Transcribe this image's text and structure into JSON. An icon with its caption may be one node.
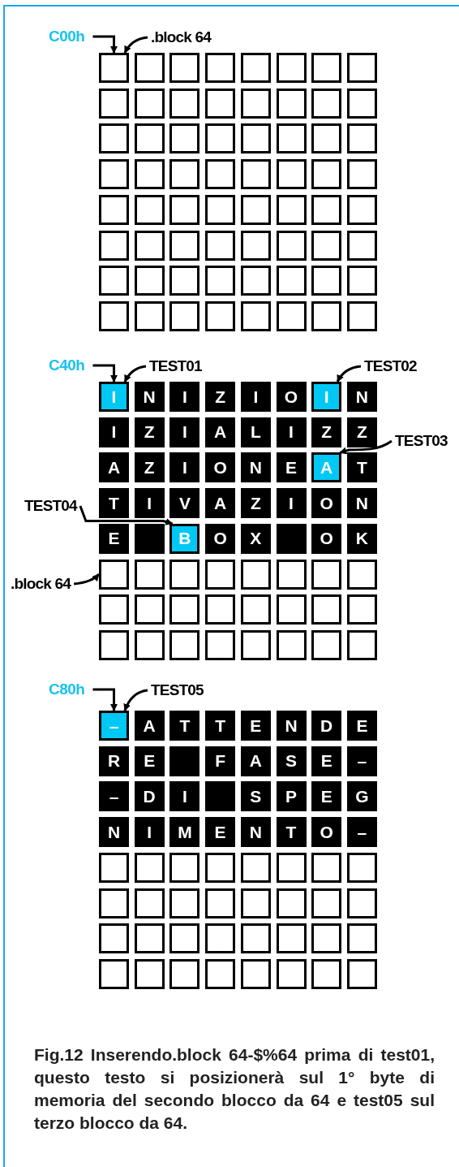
{
  "diagram": {
    "caption": "Fig.12 Inserendo.block 64-$%64 prima di test01, questo testo si posizionerà sul 1° byte di memoria del secondo blocco da 64 e test05 sul terzo blocco da 64.",
    "nodes": [
      {
        "text": [
          "C00h"
        ]
      },
      {
        "text": [
          ".block 64"
        ]
      },
      {
        "text": [],
        "shape": "box"
      },
      {
        "text": [],
        "shape": "box"
      },
      {
        "text": [],
        "shape": "box"
      },
      {
        "text": [],
        "shape": "box"
      },
      {
        "text": [],
        "shape": "box"
      },
      {
        "text": [],
        "shape": "box"
      },
      {
        "text": [],
        "shape": "box"
      },
      {
        "text": [],
        "shape": "box"
      },
      {
        "text": [],
        "shape": "box"
      },
      {
        "text": [],
        "shape": "box"
      },
      {
        "text": [],
        "shape": "box"
      },
      {
        "text": [],
        "shape": "box"
      },
      {
        "text": [],
        "shape": "box"
      },
      {
        "text": [],
        "shape": "box"
      },
      {
        "text": [],
        "shape": "box"
      },
      {
        "text": [],
        "shape": "box"
      },
      {
        "text": [],
        "shape": "box"
      },
      {
        "text": [],
        "shape": "box"
      },
      {
        "text": [],
        "shape": "box"
      },
      {
        "text": [],
        "shape": "box"
      },
      {
        "text": [],
        "shape": "box"
      },
      {
        "text": [],
        "shape": "box"
      },
      {
        "text": [],
        "shape": "box"
      },
      {
        "text": [],
        "shape": "box"
      },
      {
        "text": [],
        "shape": "box"
      },
      {
        "text": [],
        "shape": "box"
      },
      {
        "text": [],
        "shape": "box"
      },
      {
        "text": [],
        "shape": "box"
      },
      {
        "text": [],
        "shape": "box"
      },
      {
        "text": [],
        "shape": "box"
      },
      {
        "text": [],
        "shape": "box"
      },
      {
        "text": [],
        "shape": "box"
      },
      {
        "text": [],
        "shape": "box"
      },
      {
        "text": [],
        "shape": "box"
      },
      {
        "text": [],
        "shape": "box"
      },
      {
        "text": [],
        "shape": "box"
      },
      {
        "text": [],
        "shape": "box"
      },
      {
        "text": [],
        "shape": "box"
      },
      {
        "text": [],
        "shape": "box"
      },
      {
        "text": [],
        "shape": "box"
      },
      {
        "text": [],
        "shape": "box"
      },
      {
        "text": [],
        "shape": "box"
      },
      {
        "text": [],
        "shape": "box"
      },
      {
        "text": [],
        "shape": "box"
      },
      {
        "text": [],
        "shape": "box"
      },
      {
        "text": [],
        "shape": "box"
      },
      {
        "text": [],
        "shape": "box"
      },
      {
        "text": [],
        "shape": "box"
      },
      {
        "text": [],
        "shape": "box"
      },
      {
        "text": [],
        "shape": "box"
      },
      {
        "text": [],
        "shape": "box"
      },
      {
        "text": [],
        "shape": "box"
      },
      {
        "text": [],
        "shape": "box"
      },
      {
        "text": [],
        "shape": "box"
      },
      {
        "text": [],
        "shape": "box"
      },
      {
        "text": [],
        "shape": "box"
      },
      {
        "text": [],
        "shape": "box"
      },
      {
        "text": [],
        "shape": "box"
      },
      {
        "text": [],
        "shape": "box"
      },
      {
        "text": [],
        "shape": "box"
      },
      {
        "text": [],
        "shape": "box"
      },
      {
        "text": [],
        "shape": "box"
      },
      {
        "text": [],
        "shape": "box"
      },
      {
        "text": [],
        "shape": "box"
      },
      {
        "text": [
          "C40h"
        ]
      },
      {
        "text": [
          "TEST01"
        ]
      },
      {
        "text": [
          "TEST02"
        ]
      },
      {
        "text": [
          "TEST03"
        ]
      },
      {
        "text": [
          "TEST04"
        ]
      },
      {
        "text": [
          ".block 64"
        ]
      },
      {
        "text": [
          "I"
        ]
      },
      {
        "text": [
          "N"
        ]
      },
      {
        "text": [
          "I"
        ]
      },
      {
        "text": [
          "Z"
        ]
      },
      {
        "text": [
          "I"
        ]
      },
      {
        "text": [
          "O"
        ]
      },
      {
        "text": [
          "I"
        ]
      },
      {
        "text": [
          "N"
        ]
      },
      {
        "text": [
          "I"
        ]
      },
      {
        "text": [
          "Z"
        ]
      },
      {
        "text": [
          "I"
        ]
      },
      {
        "text": [
          "A"
        ]
      },
      {
        "text": [
          "L"
        ]
      },
      {
        "text": [
          "I"
        ]
      },
      {
        "text": [
          "Z"
        ]
      },
      {
        "text": [
          "Z"
        ]
      },
      {
        "text": [
          "A"
        ]
      },
      {
        "text": [
          "Z"
        ]
      },
      {
        "text": [
          "I"
        ]
      },
      {
        "text": [
          "O"
        ]
      },
      {
        "text": [
          "N"
        ]
      },
      {
        "text": [
          "E"
        ]
      },
      {
        "text": [
          "A"
        ]
      },
      {
        "text": [
          "T"
        ]
      },
      {
        "text": [
          "T"
        ]
      },
      {
        "text": [
          "I"
        ]
      },
      {
        "text": [
          "V"
        ]
      },
      {
        "text": [
          "A"
        ]
      },
      {
        "text": [
          "Z"
        ]
      },
      {
        "text": [
          "I"
        ]
      },
      {
        "text": [
          "O"
        ]
      },
      {
        "text": [
          "N"
        ]
      },
      {
        "text": [
          "E"
        ]
      },
      {
        "text": [],
        "shape": "box"
      },
      {
        "text": [
          "B"
        ]
      },
      {
        "text": [
          "O"
        ]
      },
      {
        "text": [
          "X"
        ]
      },
      {
        "text": [],
        "shape": "box"
      },
      {
        "text": [
          "O"
        ]
      },
      {
        "text": [
          "K"
        ]
      },
      {
        "text": [],
        "shape": "box"
      },
      {
        "text": [],
        "shape": "box"
      },
      {
        "text": [],
        "shape": "box"
      },
      {
        "text": [],
        "shape": "box"
      },
      {
        "text": [],
        "shape": "box"
      },
      {
        "text": [],
        "shape": "box"
      },
      {
        "text": [],
        "shape": "box"
      },
      {
        "text": [],
        "shape": "box"
      },
      {
        "text": [],
        "shape": "box"
      },
      {
        "text": [],
        "shape": "box"
      },
      {
        "text": [],
        "shape": "box"
      },
      {
        "text": [],
        "shape": "box"
      },
      {
        "text": [],
        "shape": "box"
      },
      {
        "text": [],
        "shape": "box"
      },
      {
        "text": [],
        "shape": "box"
      },
      {
        "text": [],
        "shape": "box"
      },
      {
        "text": [],
        "shape": "box"
      },
      {
        "text": [],
        "shape": "box"
      },
      {
        "text": [],
        "shape": "box"
      },
      {
        "text": [],
        "shape": "box"
      },
      {
        "text": [],
        "shape": "box"
      },
      {
        "text": [],
        "shape": "box"
      },
      {
        "text": [],
        "shape": "box"
      },
      {
        "text": [],
        "shape": "box"
      },
      {
        "text": [
          "C80h"
        ]
      },
      {
        "text": [
          "TEST05"
        ]
      },
      {
        "text": [
          "–"
        ]
      },
      {
        "text": [
          "A"
        ]
      },
      {
        "text": [
          "T"
        ]
      },
      {
        "text": [
          "T"
        ]
      },
      {
        "text": [
          "E"
        ]
      },
      {
        "text": [
          "N"
        ]
      },
      {
        "text": [
          "D"
        ]
      },
      {
        "text": [
          "E"
        ]
      },
      {
        "text": [
          "R"
        ]
      },
      {
        "text": [
          "E"
        ]
      },
      {
        "text": [],
        "shape": "box"
      },
      {
        "text": [
          "F"
        ]
      },
      {
        "text": [
          "A"
        ]
      },
      {
        "text": [
          "S"
        ]
      },
      {
        "text": [
          "E"
        ]
      },
      {
        "text": [
          "–"
        ]
      },
      {
        "text": [
          "–"
        ]
      },
      {
        "text": [
          "D"
        ]
      },
      {
        "text": [
          "I"
        ]
      },
      {
        "text": [],
        "shape": "box"
      },
      {
        "text": [
          "S"
        ]
      },
      {
        "text": [
          "P"
        ]
      },
      {
        "text": [
          "E"
        ]
      },
      {
        "text": [
          "G"
        ]
      },
      {
        "text": [
          "N"
        ]
      },
      {
        "text": [
          "I"
        ]
      },
      {
        "text": [
          "M"
        ]
      },
      {
        "text": [
          "E"
        ]
      },
      {
        "text": [
          "N"
        ]
      },
      {
        "text": [
          "T"
        ]
      },
      {
        "text": [
          "O"
        ]
      },
      {
        "text": [
          "–"
        ]
      },
      {
        "text": [],
        "shape": "box"
      },
      {
        "text": [],
        "shape": "box"
      },
      {
        "text": [],
        "shape": "box"
      },
      {
        "text": [],
        "shape": "box"
      },
      {
        "text": [],
        "shape": "box"
      },
      {
        "text": [],
        "shape": "box"
      },
      {
        "text": [],
        "shape": "box"
      },
      {
        "text": [],
        "shape": "box"
      },
      {
        "text": [],
        "shape": "box"
      },
      {
        "text": [],
        "shape": "box"
      },
      {
        "text": [],
        "shape": "box"
      },
      {
        "text": [],
        "shape": "box"
      },
      {
        "text": [],
        "shape": "box"
      },
      {
        "text": [],
        "shape": "box"
      },
      {
        "text": [],
        "shape": "box"
      },
      {
        "text": [],
        "shape": "box"
      },
      {
        "text": [],
        "shape": "box"
      },
      {
        "text": [],
        "shape": "box"
      },
      {
        "text": [],
        "shape": "box"
      },
      {
        "text": [],
        "shape": "box"
      },
      {
        "text": [],
        "shape": "box"
      },
      {
        "text": [],
        "shape": "box"
      },
      {
        "text": [],
        "shape": "box"
      },
      {
        "text": [],
        "shape": "box"
      },
      {
        "text": [],
        "shape": "box"
      },
      {
        "text": [],
        "shape": "box"
      },
      {
        "text": [],
        "shape": "box"
      },
      {
        "text": [],
        "shape": "box"
      },
      {
        "text": [],
        "shape": "box"
      },
      {
        "text": [],
        "shape": "box"
      },
      {
        "text": [],
        "shape": "box"
      },
      {
        "text": [],
        "shape": "box"
      }
    ],
    "edges": [
      {
        "from": 0,
        "to": 2,
        "arrow": "to"
      },
      {
        "from": 1,
        "to": 2,
        "arrow": "to"
      },
      {
        "from": 66,
        "to": 72,
        "arrow": "to"
      },
      {
        "from": 67,
        "to": 72,
        "arrow": "to"
      },
      {
        "from": 68,
        "to": 78,
        "arrow": "to"
      },
      {
        "from": 69,
        "to": 94,
        "arrow": "to"
      },
      {
        "from": 70,
        "to": 106,
        "arrow": "to"
      },
      {
        "from": 71,
        "to": 112,
        "arrow": "to"
      },
      {
        "from": 136,
        "to": 138,
        "arrow": "to"
      },
      {
        "from": 137,
        "to": 138,
        "arrow": "to"
      }
    ]
  }
}
